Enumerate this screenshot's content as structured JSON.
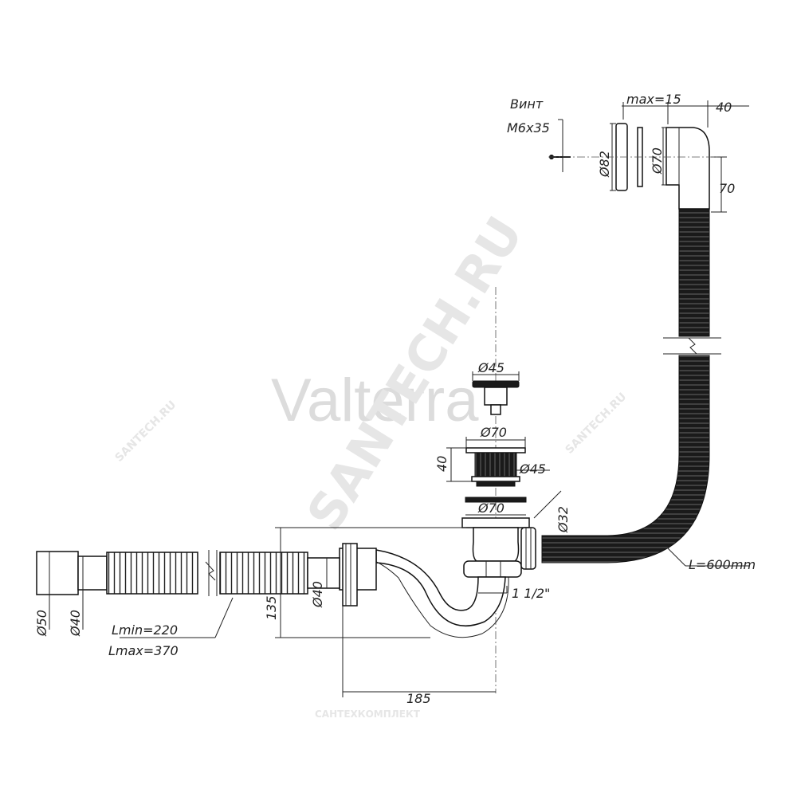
{
  "watermarks": {
    "brand": "Valterra",
    "site": "SANTECH.RU",
    "site_small_left": "SANTECH.RU",
    "site_small_right": "SANTECH.RU",
    "company": "САНТЕХКОМПЛЕКТ"
  },
  "labels": {
    "screw_line1": "Винт",
    "screw_line2": "M6x35",
    "max15": "max=15",
    "dim40_top": "40",
    "dia82": "Ø82",
    "dia70_top": "Ø70",
    "dim70_right": "70",
    "dia45_plug": "Ø45",
    "dia70_mid": "Ø70",
    "dim40_mid": "40",
    "dia45_body": "Ø45",
    "dia70_low": "Ø70",
    "dia32": "Ø32",
    "l600": "L=600mm",
    "thread": "1 1/2\"",
    "dim135": "135",
    "dia40_trap": "Ø40",
    "dia50": "Ø50",
    "dia40_left": "Ø40",
    "lmin": "Lmin=220",
    "lmax": "Lmax=370",
    "dim185": "185"
  },
  "colors": {
    "line": "#222222",
    "hose": "#1a1a1a",
    "watermark": "#dcdcdc"
  }
}
